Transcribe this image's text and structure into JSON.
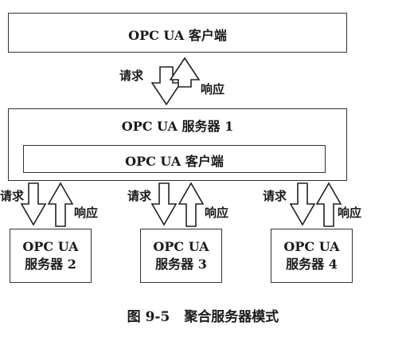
{
  "top_client": {
    "label": "OPC UA 客户端"
  },
  "server1": {
    "label": "OPC UA 服务器 1",
    "inner_client": {
      "label": "OPC UA 客户端"
    }
  },
  "arrow_labels": {
    "request": "请求",
    "response": "响应"
  },
  "servers": [
    {
      "line1": "OPC UA",
      "line2": "服务器 2"
    },
    {
      "line1": "OPC UA",
      "line2": "服务器 3"
    },
    {
      "line1": "OPC UA",
      "line2": "服务器 4"
    }
  ],
  "caption": {
    "number": "图 9-5",
    "title": "聚合服务器模式"
  }
}
